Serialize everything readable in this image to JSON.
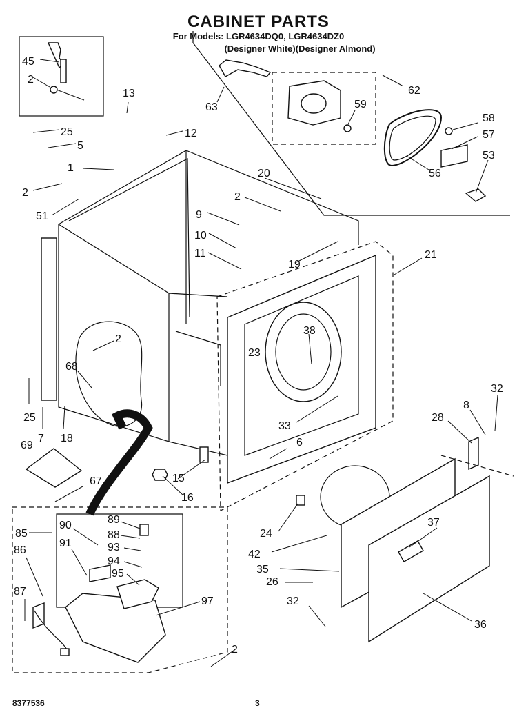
{
  "header": {
    "title": "CABINET PARTS",
    "models": "For Models: LGR4634DQ0, LGR4634DZ0",
    "finish": "(Designer White)(Designer Almond)"
  },
  "callouts": [
    "45",
    "2",
    "13",
    "12",
    "25",
    "5",
    "1",
    "2",
    "51",
    "63",
    "62",
    "59",
    "58",
    "57",
    "53",
    "56",
    "20",
    "2",
    "9",
    "10",
    "11",
    "19",
    "21",
    "2",
    "68",
    "25",
    "7",
    "18",
    "23",
    "38",
    "33",
    "6",
    "69",
    "67",
    "15",
    "16",
    "8",
    "32",
    "28",
    "24",
    "37",
    "42",
    "35",
    "26",
    "32",
    "36",
    "85",
    "90",
    "89",
    "88",
    "91",
    "93",
    "94",
    "95",
    "86",
    "87",
    "97",
    "2"
  ],
  "footer": {
    "part_number": "8377536",
    "page_number": "3"
  }
}
